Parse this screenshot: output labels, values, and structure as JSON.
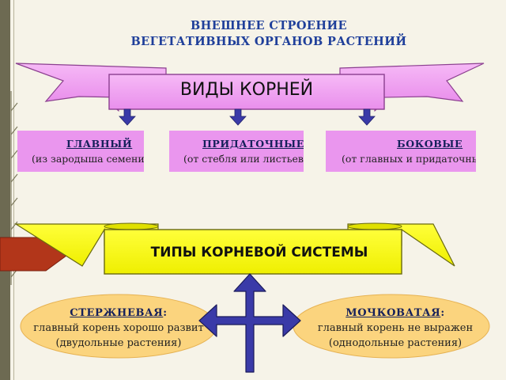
{
  "title": {
    "line1": "ВНЕШНЕЕ СТРОЕНИЕ",
    "line2": "ВЕГЕТАТИВНЫХ ОРГАНОВ РАСТЕНИЙ"
  },
  "root_types_banner": {
    "label": "ВИДЫ КОРНЕЙ"
  },
  "root_types": [
    {
      "title": "ГЛАВНЫЙ",
      "subtitle": "(из зародыша семени)"
    },
    {
      "title": "ПРИДАТОЧНЫЕ",
      "subtitle": "(от стебля или листьев)"
    },
    {
      "title": "БОКОВЫЕ",
      "subtitle": "(от главных и придаточных)"
    }
  ],
  "root_system_banner": {
    "label": "ТИПЫ КОРНЕВОЙ СИСТЕМЫ"
  },
  "root_systems": [
    {
      "title": "СТЕРЖНЕВАЯ",
      "suffix": ":",
      "line1": "главный корень хорошо развит",
      "line2": "(двудольные растения)"
    },
    {
      "title": "МОЧКОВАТАЯ",
      "suffix": ":",
      "line1": "главный корень не выражен",
      "line2": "(однодольные растения)"
    }
  ],
  "colors": {
    "title": "#1f3f9a",
    "pink_banner": "#f1a6f1",
    "pink_box": "#ea96ee",
    "yellow_banner": "#fbfb0a",
    "ellipse": "#fbd47e",
    "arrow": "#3a3aa8",
    "side_arrow": "#b2361a"
  }
}
